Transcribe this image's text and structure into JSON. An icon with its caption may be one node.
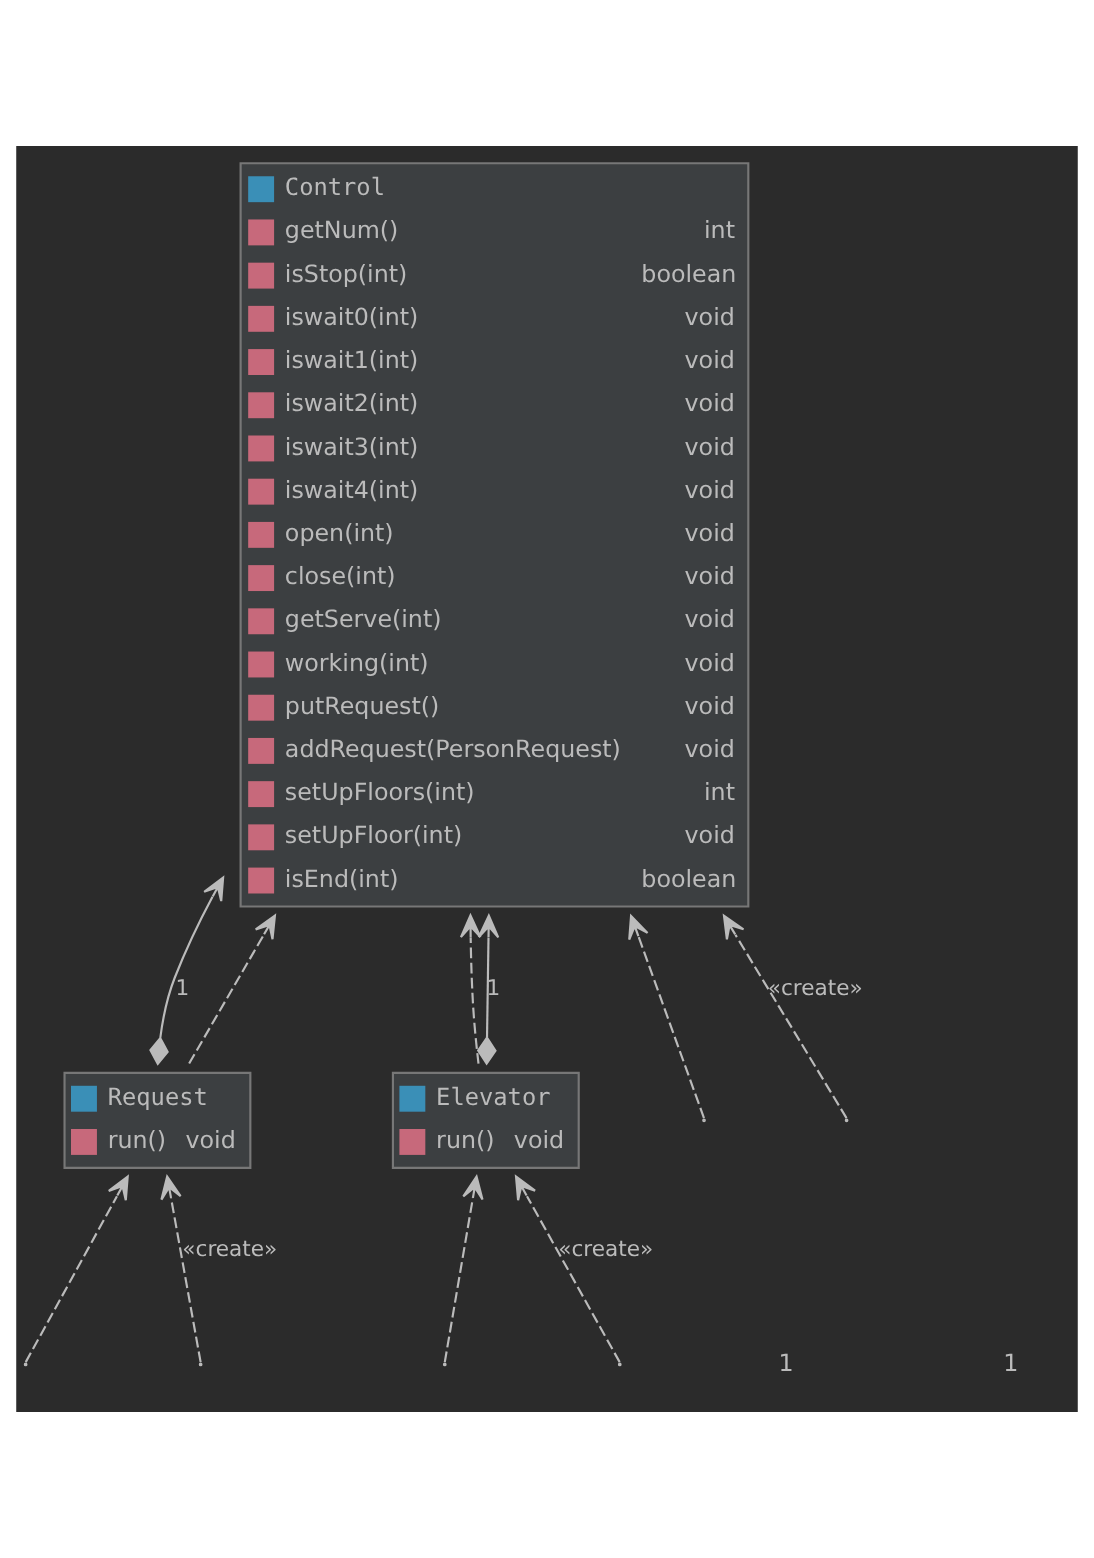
{
  "diagram": {
    "nodes": [
      {
        "text": [
          "Control",
          "getNum()",
          "int",
          "isStop(int)",
          "boolean",
          "iswait0(int)",
          "void",
          "iswait1(int)",
          "void",
          "iswait2(int)",
          "void",
          "iswait3(int)",
          "void",
          "iswait4(int)",
          "void",
          "open(int)",
          "void",
          "close(int)",
          "void",
          "getServe(int)",
          "void",
          "working(int)",
          "void",
          "putRequest()",
          "void",
          "addRequest(PersonRequest)",
          "void",
          "setUpFloors(int)",
          "int",
          "setUpFloor(int)",
          "void",
          "isEnd(int)",
          "boolean"
        ]
      },
      {
        "text": [
          "Request",
          "run()",
          "void"
        ]
      },
      {
        "text": [
          "Elevator",
          "run()",
          "void"
        ]
      }
    ],
    "edges": [
      {
        "from": 1,
        "to": 0,
        "arrow": "to",
        "label": "1"
      },
      {
        "from": 1,
        "to": 0,
        "arrow": "to",
        "style": "dashed"
      },
      {
        "from": 2,
        "to": 0,
        "arrow": "to",
        "style": "dashed"
      },
      {
        "from": 2,
        "to": 0,
        "arrow": "to",
        "label": "1"
      },
      {
        "from": null,
        "to": 0,
        "arrow": "to",
        "style": "dashed",
        "label": "«create»"
      },
      {
        "from": null,
        "to": 0,
        "arrow": "to",
        "style": "dashed"
      },
      {
        "from": null,
        "to": 1,
        "arrow": "to",
        "style": "dashed"
      },
      {
        "from": null,
        "to": 1,
        "arrow": "to",
        "style": "dashed",
        "label": "«create»"
      },
      {
        "from": null,
        "to": 2,
        "arrow": "to",
        "style": "dashed",
        "label": "«create»"
      },
      {
        "from": null,
        "to": 2,
        "arrow": "to",
        "style": "dashed"
      }
    ],
    "labels": [
      "1",
      "1"
    ]
  }
}
